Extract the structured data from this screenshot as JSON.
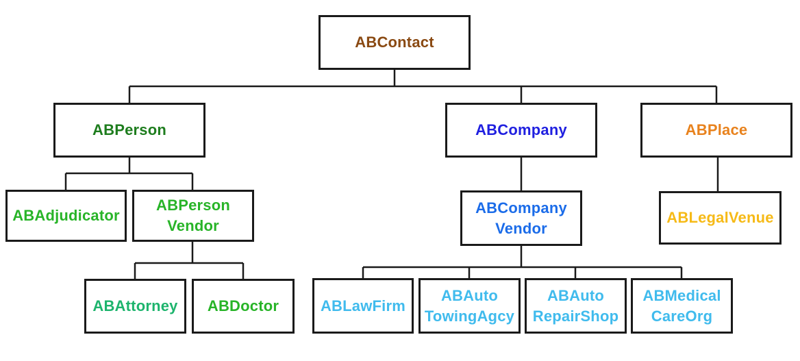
{
  "diagram": {
    "type": "hierarchy-tree",
    "colors": {
      "background": "#ffffff",
      "box_border": "#1a1a1a",
      "connector": "#1a1a1a"
    },
    "nodes": {
      "contact": {
        "lines": [
          "ABContact"
        ],
        "color": "#8a4a13"
      },
      "person": {
        "lines": [
          "ABPerson"
        ],
        "color": "#1e7d1e"
      },
      "company": {
        "lines": [
          "ABCompany"
        ],
        "color": "#2020e0"
      },
      "place": {
        "lines": [
          "ABPlace"
        ],
        "color": "#e8821d"
      },
      "adjudicator": {
        "lines": [
          "ABAdjudicator"
        ],
        "color": "#28b428"
      },
      "person_vendor": {
        "lines": [
          "ABPerson",
          "Vendor"
        ],
        "color": "#28b428"
      },
      "company_vendor": {
        "lines": [
          "ABCompany",
          "Vendor"
        ],
        "color": "#1b6ce9"
      },
      "legal_venue": {
        "lines": [
          "ABLegalVenue"
        ],
        "color": "#f6ba17"
      },
      "attorney": {
        "lines": [
          "ABAttorney"
        ],
        "color": "#1db46d"
      },
      "doctor": {
        "lines": [
          "ABDoctor"
        ],
        "color": "#28b428"
      },
      "law_firm": {
        "lines": [
          "ABLawFirm"
        ],
        "color": "#40bbed"
      },
      "auto_towing": {
        "lines": [
          "ABAuto",
          "TowingAgcy"
        ],
        "color": "#40bbed"
      },
      "auto_repair": {
        "lines": [
          "ABAuto",
          "RepairShop"
        ],
        "color": "#40bbed"
      },
      "medical_care": {
        "lines": [
          "ABMedical",
          "CareOrg"
        ],
        "color": "#40bbed"
      }
    },
    "edges": [
      {
        "from": "contact",
        "to": "person"
      },
      {
        "from": "contact",
        "to": "company"
      },
      {
        "from": "contact",
        "to": "place"
      },
      {
        "from": "person",
        "to": "adjudicator"
      },
      {
        "from": "person",
        "to": "person_vendor"
      },
      {
        "from": "company",
        "to": "company_vendor"
      },
      {
        "from": "place",
        "to": "legal_venue"
      },
      {
        "from": "person_vendor",
        "to": "attorney"
      },
      {
        "from": "person_vendor",
        "to": "doctor"
      },
      {
        "from": "company_vendor",
        "to": "law_firm"
      },
      {
        "from": "company_vendor",
        "to": "auto_towing"
      },
      {
        "from": "company_vendor",
        "to": "auto_repair"
      },
      {
        "from": "company_vendor",
        "to": "medical_care"
      }
    ]
  }
}
